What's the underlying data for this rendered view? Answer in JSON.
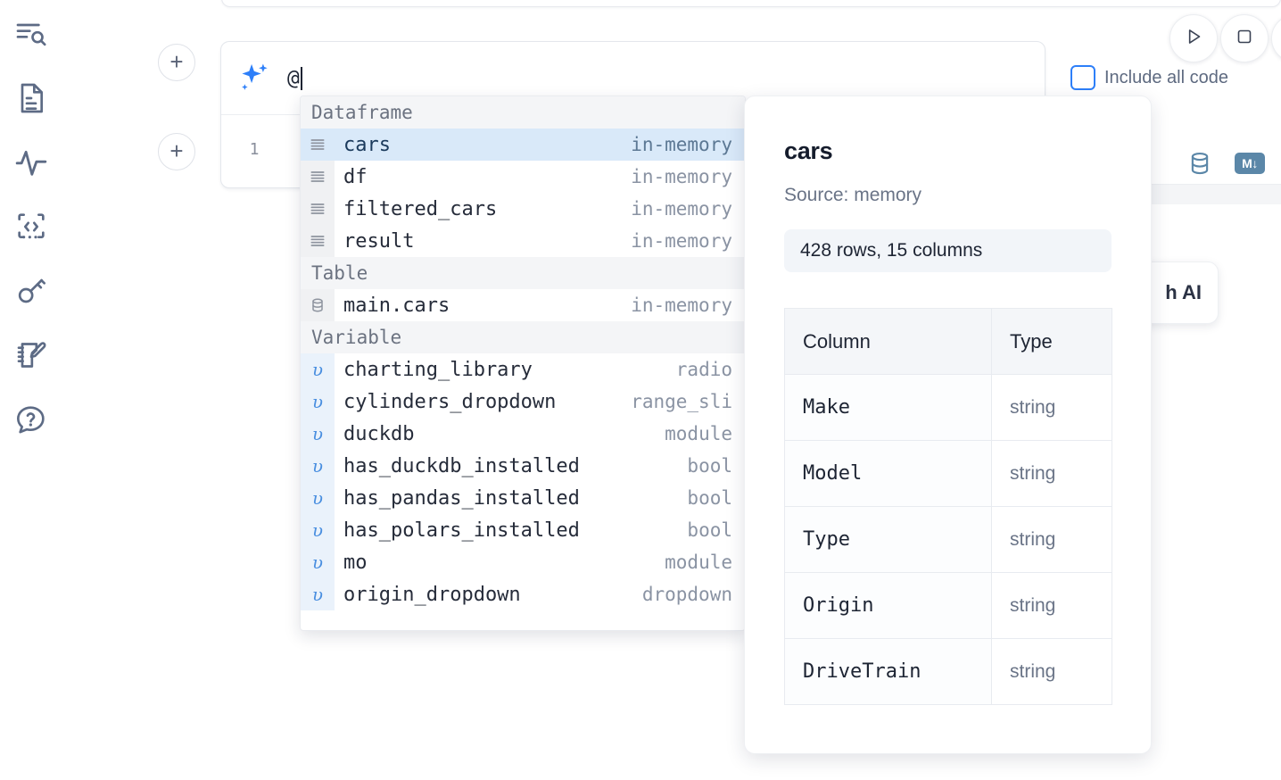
{
  "sidebar": {
    "items": [
      {
        "icon": "explore-search-icon",
        "label": "Explore"
      },
      {
        "icon": "file-document-icon",
        "label": "Files"
      },
      {
        "icon": "activity-pulse-icon",
        "label": "Activity"
      },
      {
        "icon": "code-snippet-icon",
        "label": "Snippets"
      },
      {
        "icon": "key-secrets-icon",
        "label": "Secrets"
      },
      {
        "icon": "notebook-edit-icon",
        "label": "Scratchpad"
      },
      {
        "icon": "help-question-icon",
        "label": "Help"
      }
    ]
  },
  "toolbar": {
    "run_icon": "play-run-icon",
    "stop_icon": "stop-square-icon",
    "extra_icon": "more-circle-icon",
    "include_all_code_label": "Include all code",
    "include_all_code_checked": false
  },
  "cell": {
    "add_cell_label": "+",
    "ai_icon": "sparkle-ai-icon",
    "prompt_value": "@",
    "line_number": "1",
    "tools": [
      {
        "icon": "database-sql-icon",
        "label": "SQL"
      },
      {
        "icon": "markdown-icon",
        "label": "M↓"
      }
    ]
  },
  "ai_card": {
    "label": "h AI"
  },
  "autocomplete": {
    "groups": [
      {
        "label": "Dataframe",
        "icon": "dataframe-rows-icon",
        "kind": "df",
        "items": [
          {
            "name": "cars",
            "type": "in-memory",
            "selected": true
          },
          {
            "name": "df",
            "type": "in-memory",
            "selected": false
          },
          {
            "name": "filtered_cars",
            "type": "in-memory",
            "selected": false
          },
          {
            "name": "result",
            "type": "in-memory",
            "selected": false
          }
        ]
      },
      {
        "label": "Table",
        "icon": "database-table-icon",
        "kind": "tbl",
        "items": [
          {
            "name": "main.cars",
            "type": "in-memory",
            "selected": false
          }
        ]
      },
      {
        "label": "Variable",
        "icon": "variable-upsilon-icon",
        "kind": "var",
        "items": [
          {
            "name": "charting_library",
            "type": "radio",
            "selected": false
          },
          {
            "name": "cylinders_dropdown",
            "type": "range_sli",
            "selected": false
          },
          {
            "name": "duckdb",
            "type": "module",
            "selected": false
          },
          {
            "name": "has_duckdb_installed",
            "type": "bool",
            "selected": false
          },
          {
            "name": "has_pandas_installed",
            "type": "bool",
            "selected": false
          },
          {
            "name": "has_polars_installed",
            "type": "bool",
            "selected": false
          },
          {
            "name": "mo",
            "type": "module",
            "selected": false
          },
          {
            "name": "origin_dropdown",
            "type": "dropdown",
            "selected": false
          }
        ]
      }
    ]
  },
  "preview": {
    "title": "cars",
    "source": "Source: memory",
    "shape": "428 rows, 15 columns",
    "columns_header": "Column",
    "type_header": "Type",
    "rows": [
      {
        "column": "Make",
        "type": "string"
      },
      {
        "column": "Model",
        "type": "string"
      },
      {
        "column": "Type",
        "type": "string"
      },
      {
        "column": "Origin",
        "type": "string"
      },
      {
        "column": "DriveTrain",
        "type": "string"
      }
    ]
  },
  "colors": {
    "accent": "#2d7ff9",
    "selected_row_bg": "#d9e9f9",
    "tool_icon": "#5b87a8",
    "rail_icon": "#5d6b85"
  }
}
